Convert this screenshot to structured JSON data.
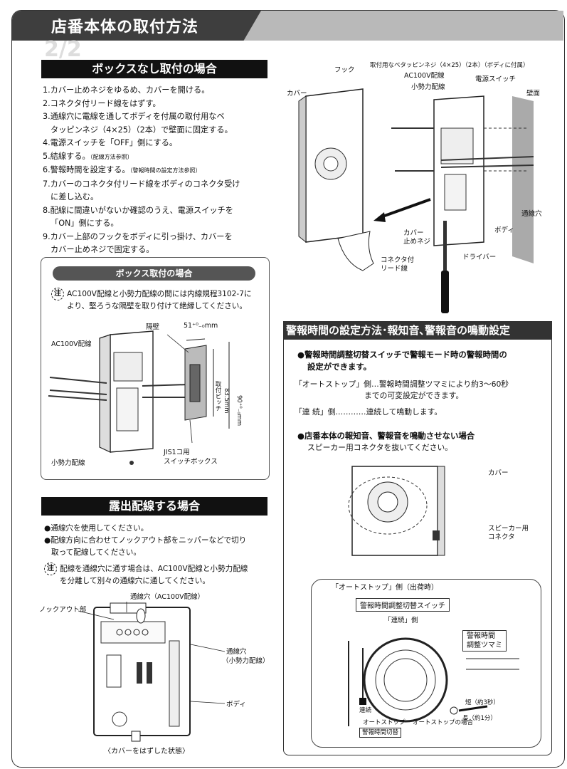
{
  "header": {
    "title": "店番本体の取付方法",
    "watermark": "2/2"
  },
  "section_no_box": {
    "title": "ボックスなし取付の場合",
    "steps": [
      "1.カバー止めネジをゆるめ、カバーを開ける。",
      "2.コネクタ付リード線をはずす。",
      "3.通線穴に電線を通してボディを付属の取付用なベ",
      "タッピンネジ（4×25）（2本）で壁面に固定する。",
      "4.電源スイッチを「OFF」側にする。",
      "5.結線する。",
      "（配線方法参照）",
      "6.警報時間を設定する。",
      "（警報時間の設定方法参照）",
      "7.カバーのコネクタ付リード線をボディのコネクタ受け",
      "に差し込む。",
      "8.配線に間違いがないか確認のうえ、電源スイッチを",
      "「ON」側にする。",
      "9.カバー上部のフックをボディに引っ掛け、カバーを",
      "カバー止めネジで固定する。"
    ]
  },
  "section_box": {
    "title": "ボックス取付の場合",
    "note_icon": "注",
    "note_lines": [
      "AC100V配線と小勢力配線の間には内線規程3102-7に",
      "より、堅ろうな隔壁を取り付けて絶縁してください。"
    ],
    "labels": {
      "ac100v": "AC100V配線",
      "partition": "隔壁",
      "dim_top": "51⁺⁰₋₀mm",
      "pitch": "取付ピッチ",
      "pitch_val": "83.5mm",
      "dim_right": "90⁺⁰₋₀mm",
      "small_power": "小勢力配線",
      "jis": "JIS1コ用",
      "switch_box": "スイッチボックス"
    }
  },
  "section_exposed": {
    "title": "露出配線する場合",
    "bullets": [
      "●通線穴を使用してください。",
      "●配線方向に合わせてノックアウト部をニッパーなどで切り",
      "取って配線してください。"
    ],
    "note_icon": "注",
    "note_lines": [
      "配線を通線穴に通す場合は、AC100V配線と小勢力配線",
      "を分離して別々の通線穴に通してください。"
    ],
    "labels": {
      "hole_ac": "通線穴（AC100V配線）",
      "knockout": "ノックアウト部",
      "hole_small_1": "通線穴",
      "hole_small_2": "（小勢力配線）",
      "body": "ボディ",
      "caption": "〈カバーをはずした状態〉"
    }
  },
  "top_right_diagram": {
    "screw": "取付用なベタッピンネジ（4×25）（2本）（ボディに付属）",
    "hook": "フック",
    "ac100v": "AC100V配線",
    "small_power": "小勢力配線",
    "power_switch": "電源スイッチ",
    "cover": "カバー",
    "wall": "壁面",
    "hole": "通線穴",
    "body": "ボディ",
    "cover_screw_1": "カバー",
    "cover_screw_2": "止めネジ",
    "connector_1": "コネクタ付",
    "connector_2": "リード線",
    "driver": "ドライバー"
  },
  "alarm_section": {
    "title": "警報時間の設定方法･報知音､警報音の鳴動設定",
    "lead_1": "●警報時間調整切替スイッチで警報モード時の警報時間の",
    "lead_2": "設定ができます。",
    "auto_1": "「オートストップ」側…警報時間調整ツマミにより約3〜60秒",
    "auto_2": "までの可変設定ができます。",
    "cont": "「連 続」側…………連続して鳴動します。",
    "mute_1": "●店番本体の報知音、警報音を鳴動させない場合",
    "mute_2": "スピーカー用コネクタを抜いてください。",
    "cover": "カバー",
    "speaker_1": "スピーカー用",
    "speaker_2": "コネクタ",
    "autostop_factory": "「オートストップ」側（出荷時）",
    "switch": "警報時間調整切替スイッチ",
    "continuous": "「連続」側",
    "knob_1": "警報時間",
    "knob_2": "調整ツマミ",
    "short": "短（約3秒）",
    "long": "長（約1分）",
    "cont_small": "連続",
    "autostop_small": "オートストップ",
    "autostop_case": "オートストップの場合",
    "switch_small": "警報時間切替"
  }
}
